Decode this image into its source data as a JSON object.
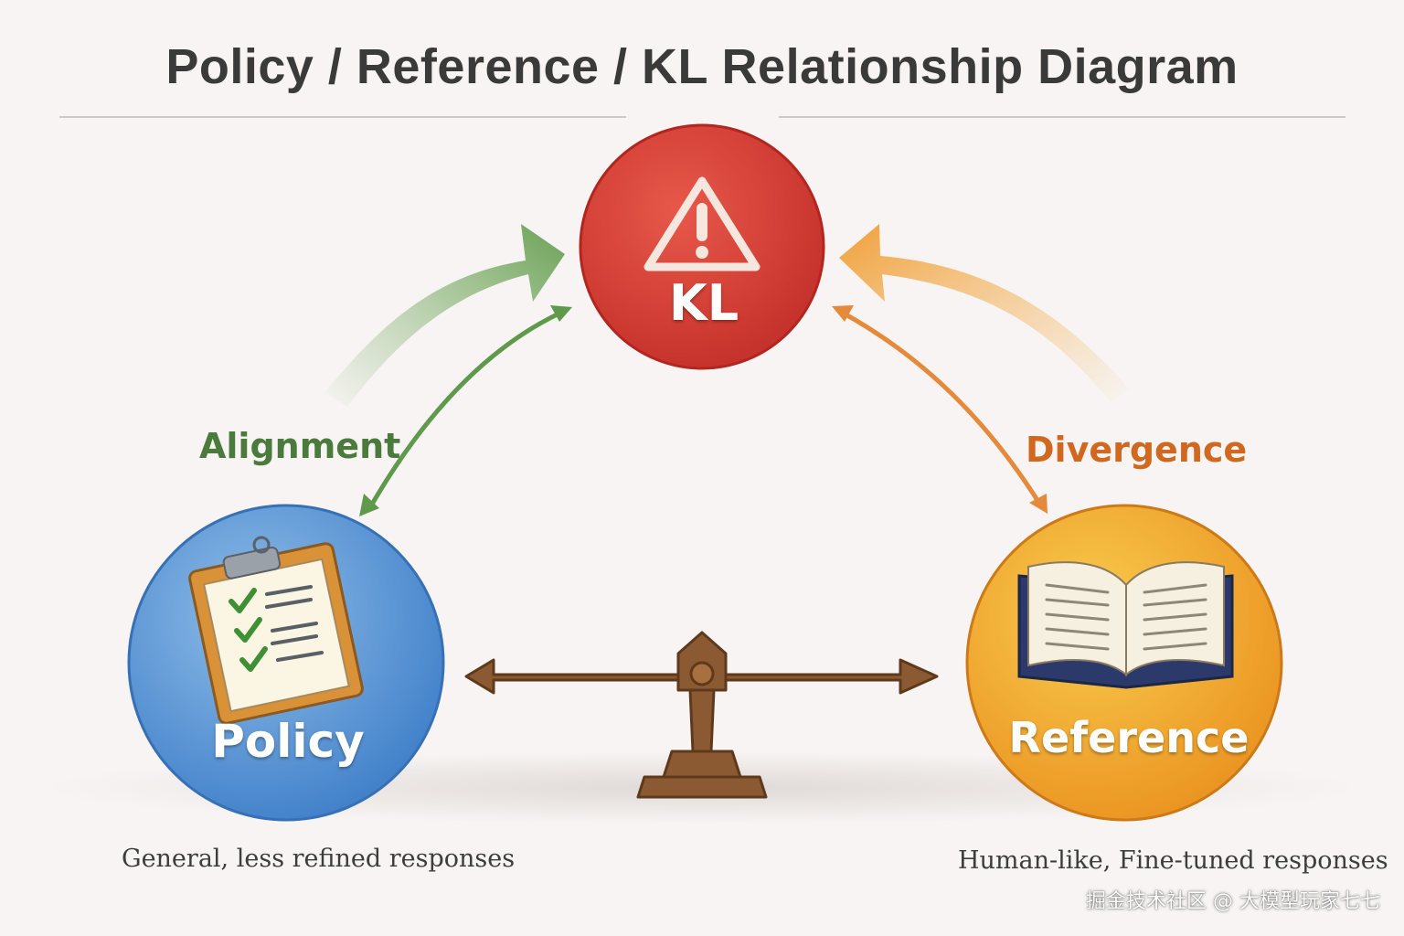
{
  "title": "Policy / Reference / KL Relationship Diagram",
  "nodes": {
    "kl": {
      "label": "KL",
      "color": "#d63b32",
      "icon": "warning-icon"
    },
    "policy": {
      "label": "Policy",
      "color": "#4f8fd3",
      "icon": "clipboard-checklist-icon",
      "caption": "General, less refined responses"
    },
    "reference": {
      "label": "Reference",
      "color": "#f0a328",
      "icon": "open-book-icon",
      "caption": "Human-like, Fine-tuned responses"
    }
  },
  "edges": {
    "alignment": {
      "label": "Alignment",
      "color": "#4a7a3c"
    },
    "divergence": {
      "label": "Divergence",
      "color": "#d0691f"
    }
  },
  "center_icon": "balance-scale-icon",
  "watermark": "掘金技术社区 @ 大模型玩家七七"
}
